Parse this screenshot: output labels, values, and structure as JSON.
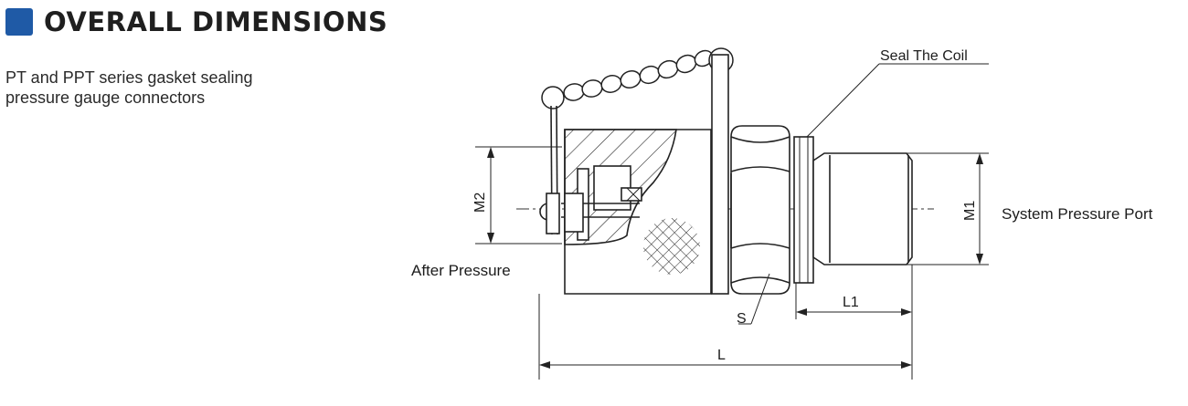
{
  "header": {
    "title": "OVERALL DIMENSIONS",
    "accent_color": "#1f5aa6"
  },
  "description": {
    "line1": "PT and PPT series gasket sealing",
    "line2": "pressure gauge connectors"
  },
  "diagram": {
    "labels": {
      "seal_coil": "Seal The Coil",
      "system_port": "System Pressure Port",
      "after_pressure": "After Pressure",
      "m1": "M1",
      "m2": "M2",
      "l1": "L1",
      "s": "S",
      "l": "L"
    }
  }
}
